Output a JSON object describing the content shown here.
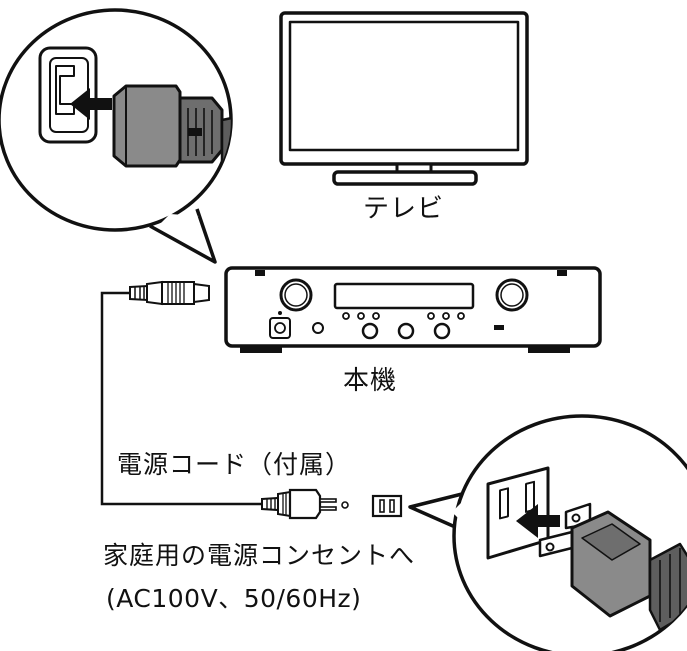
{
  "labels": {
    "tv": "テレビ",
    "main_unit": "本機",
    "power_cord": "電源コード（付属）",
    "outlet_line1": "家庭用の電源コンセントへ",
    "outlet_line2": "(AC100V、50/60Hz)"
  },
  "colors": {
    "line": "#111111",
    "device_fill": "#ffffff",
    "plug_gray": "#8a8a8a",
    "plug_dark": "#5e5e5e",
    "arrow": "#111111"
  },
  "icons": {
    "tv": "television-icon",
    "main_unit": "network-receiver-icon",
    "inlet_callout": "iec-inlet-callout-icon",
    "outlet_callout": "wall-outlet-callout-icon",
    "insert_arrow": "arrow-right-icon"
  }
}
